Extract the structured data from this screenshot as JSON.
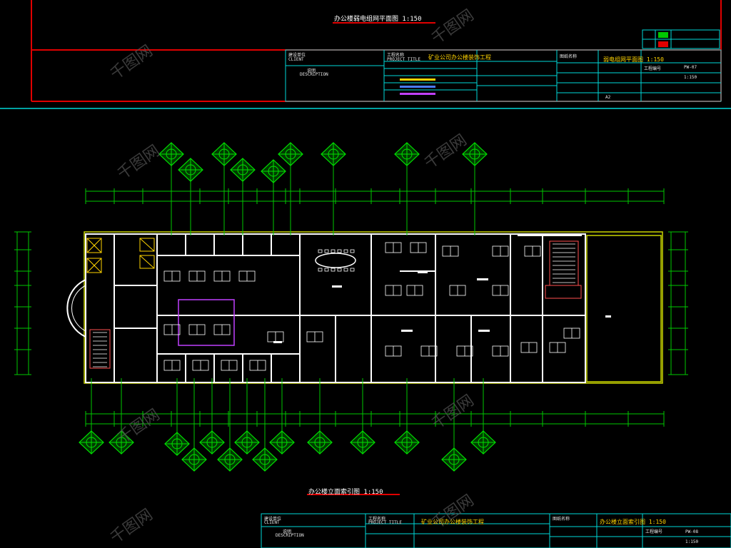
{
  "colors": {
    "background": "#000000",
    "wall": "#ffffff",
    "dim": "#00c800",
    "frame": "#00d7d7",
    "border": "#e00000",
    "accent": "#ffd400",
    "watermark": "#555555"
  },
  "top": {
    "plan_title": "办公楼弱电组网平面图  1:150",
    "client_label": "建设单位",
    "client_en": "CLIENT",
    "desc_label": "说明",
    "desc_en": "DESCRIPTION",
    "project_label": "工程名称",
    "project_en": "PROJECT TITLE",
    "project_name": "矿业公司办公楼装饰工程",
    "drawing_label": "图纸名称",
    "drawing_name": "弱电组网平面图  1:150",
    "drawing_no_label": "工程编号",
    "drawing_no": "PW-07",
    "scale": "1:150",
    "sheet_size": "A2"
  },
  "bottom": {
    "plan_title": "办公楼立面索引图  1:150",
    "client_label": "建设单位",
    "client_en": "CLIENT",
    "desc_label": "说明",
    "desc_en": "DESCRIPTION",
    "project_label": "工程名称",
    "project_en": "PROJECT TITLE",
    "project_name": "矿业公司办公楼装饰工程",
    "drawing_label": "图纸名称",
    "drawing_name": "办公楼立面索引图  1:150",
    "drawing_no_label": "工程编号",
    "drawing_no": "PW-08",
    "scale": "1:150"
  },
  "watermark": "千图网"
}
